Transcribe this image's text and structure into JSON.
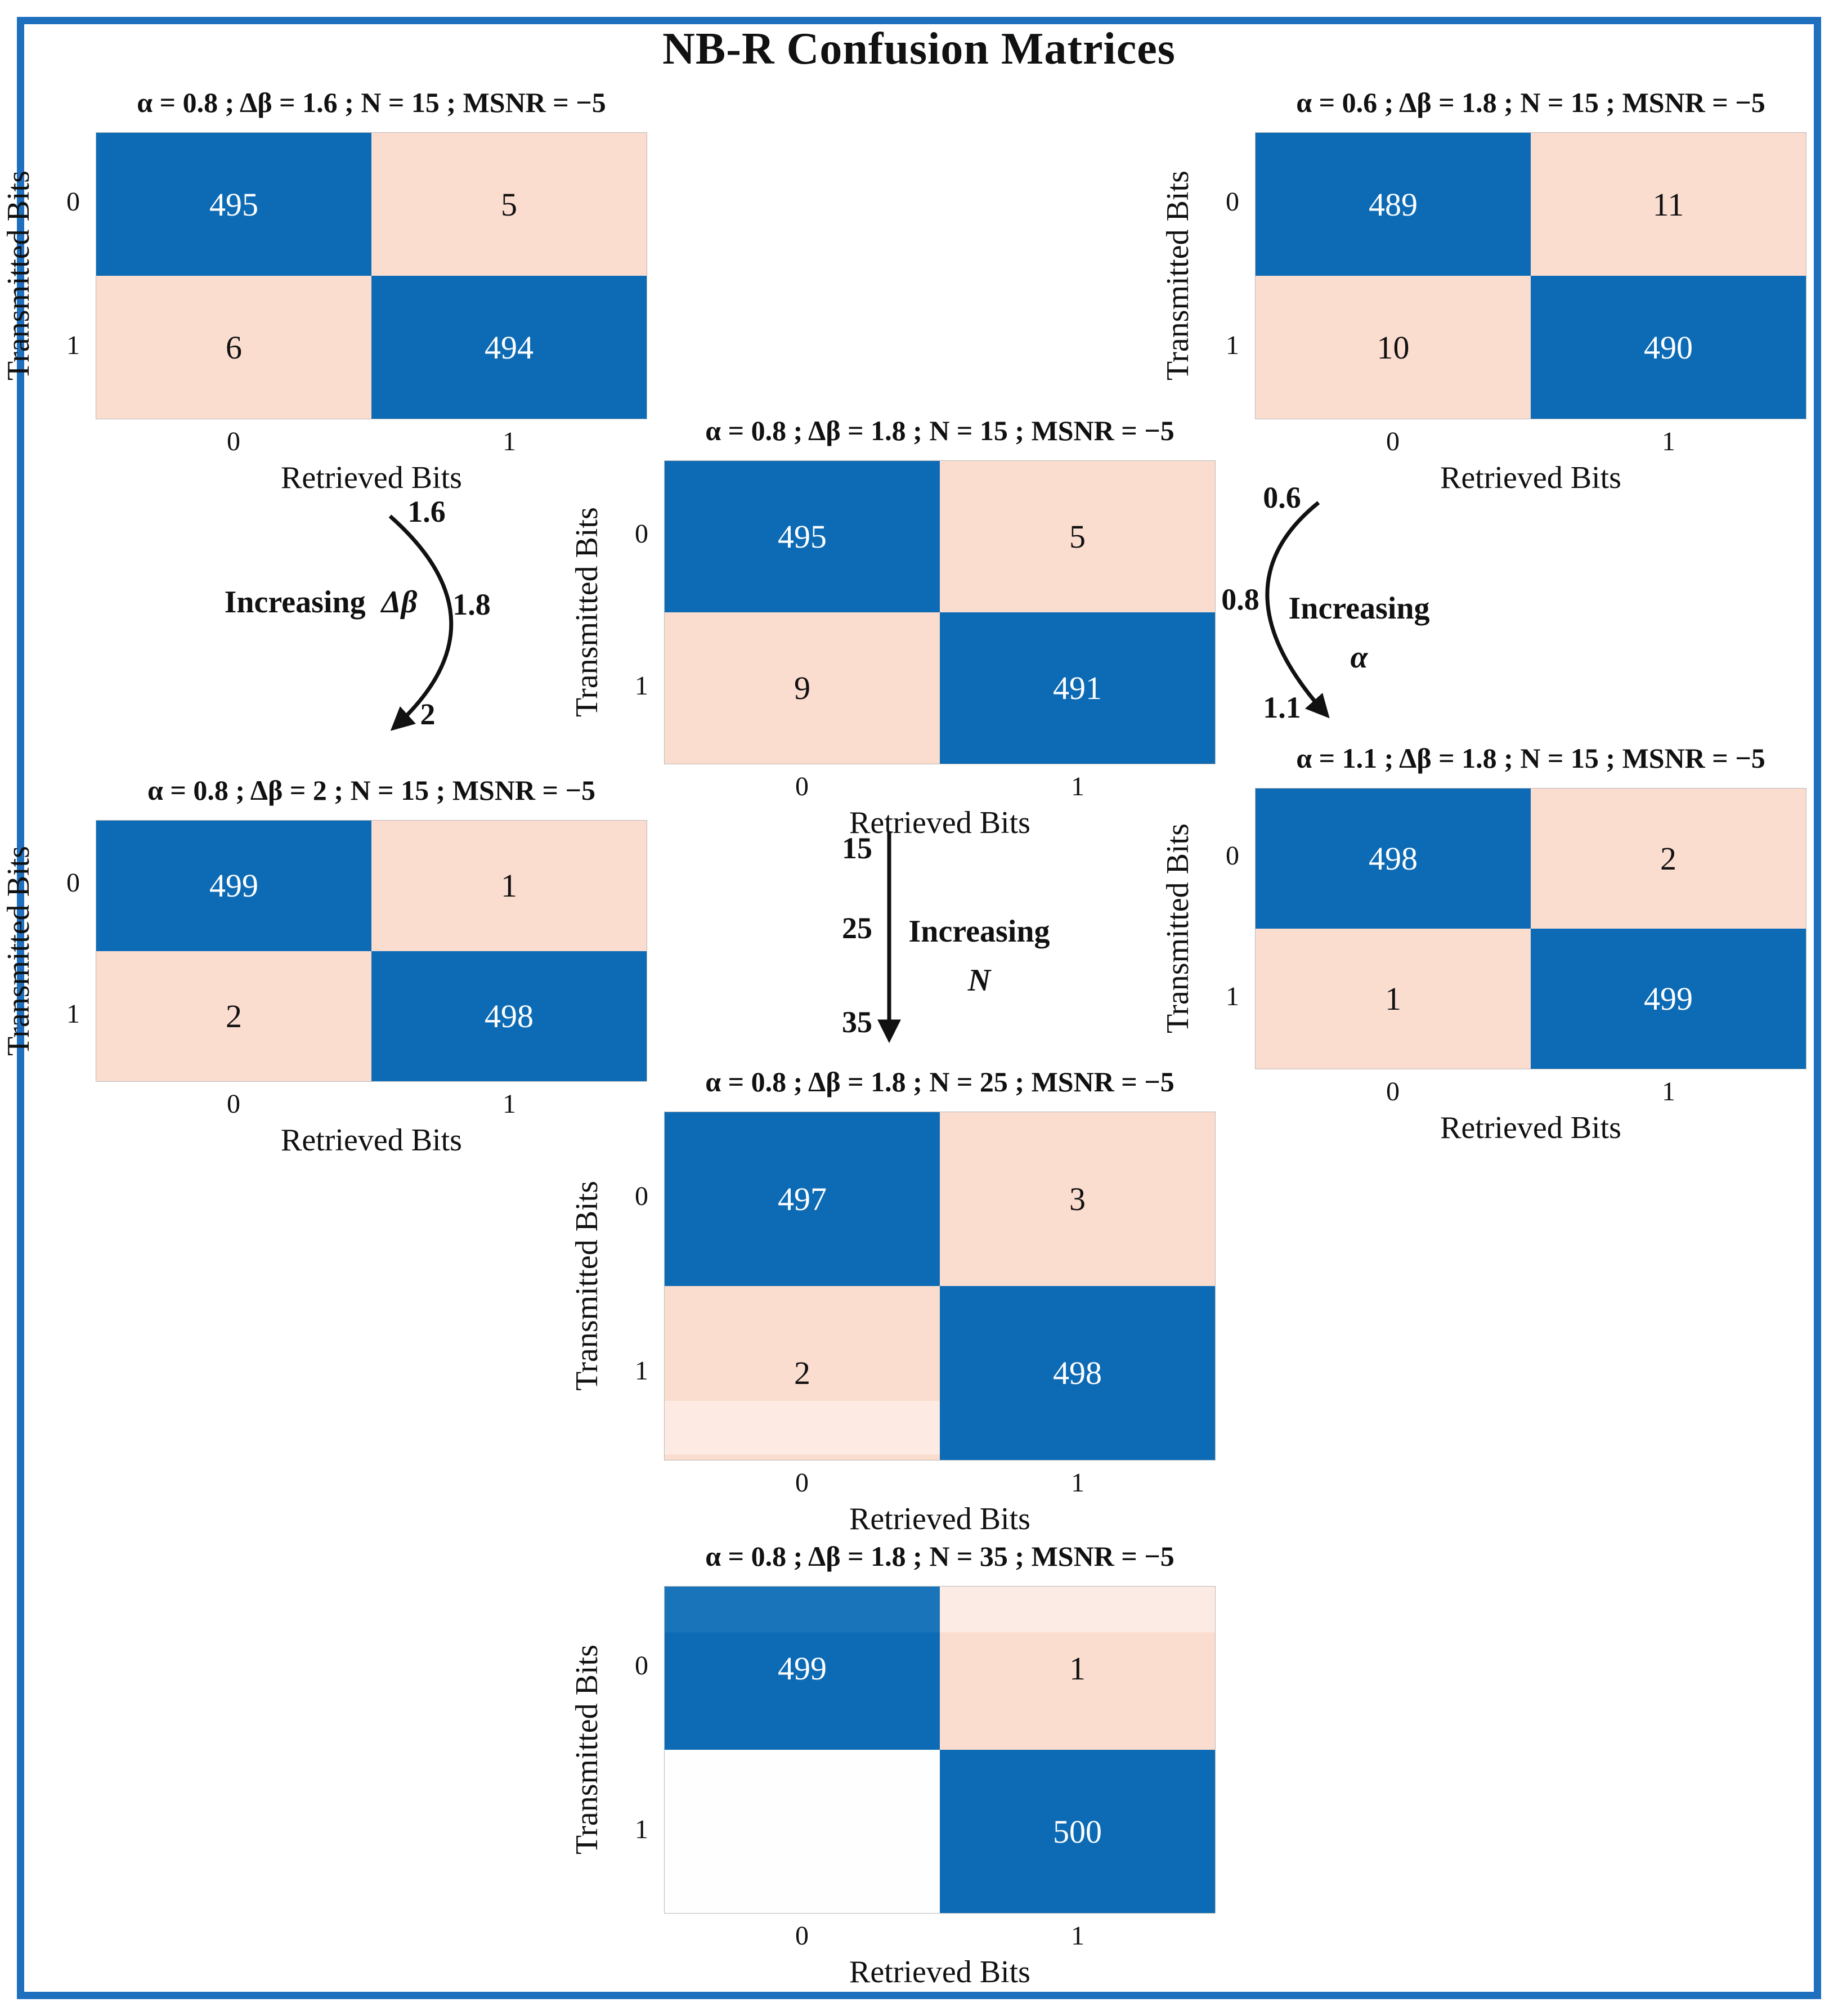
{
  "figure": {
    "title": "NB-R Confusion Matrices",
    "border_color": "#1e6fbe"
  },
  "colors": {
    "match_cell": "#0d6bb5",
    "mismatch_cell": "#fbddd0",
    "match_text": "#ffffff",
    "mismatch_text": "#111111",
    "zero_cell": "#fefefe"
  },
  "matrices": [
    {
      "id": "dbeta-1.6",
      "title": "α = 0.8 ; Δβ = 1.6 ; N = 15 ; MSNR = −5",
      "ylabel": "Transmitted Bits",
      "xlabel": "Retrieved Bits",
      "yticks": [
        "0",
        "1"
      ],
      "xticks": [
        "0",
        "1"
      ],
      "cells": [
        [
          {
            "value": "495",
            "bg": "#0d6bb5",
            "fg": "#ffffff"
          },
          {
            "value": "5",
            "bg": "#fbddd0",
            "fg": "#111111"
          }
        ],
        [
          {
            "value": "6",
            "bg": "#fbddd0",
            "fg": "#111111"
          },
          {
            "value": "494",
            "bg": "#0d6bb5",
            "fg": "#ffffff"
          }
        ]
      ]
    },
    {
      "id": "alpha-0.6",
      "title": "α = 0.6 ; Δβ = 1.8 ; N = 15 ; MSNR = −5",
      "ylabel": "Transmitted Bits",
      "xlabel": "Retrieved Bits",
      "yticks": [
        "0",
        "1"
      ],
      "xticks": [
        "0",
        "1"
      ],
      "cells": [
        [
          {
            "value": "489",
            "bg": "#0d6bb5",
            "fg": "#ffffff"
          },
          {
            "value": "11",
            "bg": "#fbddd0",
            "fg": "#111111"
          }
        ],
        [
          {
            "value": "10",
            "bg": "#fbddd0",
            "fg": "#111111"
          },
          {
            "value": "490",
            "bg": "#0d6bb5",
            "fg": "#ffffff"
          }
        ]
      ]
    },
    {
      "id": "base",
      "title": "α = 0.8 ; Δβ = 1.8 ; N = 15 ; MSNR = −5",
      "ylabel": "Transmitted Bits",
      "xlabel": "Retrieved Bits",
      "yticks": [
        "0",
        "1"
      ],
      "xticks": [
        "0",
        "1"
      ],
      "cells": [
        [
          {
            "value": "495",
            "bg": "#0d6bb5",
            "fg": "#ffffff"
          },
          {
            "value": "5",
            "bg": "#fbddd0",
            "fg": "#111111"
          }
        ],
        [
          {
            "value": "9",
            "bg": "#fbddd0",
            "fg": "#111111"
          },
          {
            "value": "491",
            "bg": "#0d6bb5",
            "fg": "#ffffff"
          }
        ]
      ]
    },
    {
      "id": "dbeta-2",
      "title": "α = 0.8 ; Δβ = 2 ; N = 15 ; MSNR = −5",
      "ylabel": "Transmitted Bits",
      "xlabel": "Retrieved Bits",
      "yticks": [
        "0",
        "1"
      ],
      "xticks": [
        "0",
        "1"
      ],
      "cells": [
        [
          {
            "value": "499",
            "bg": "#0d6bb5",
            "fg": "#ffffff"
          },
          {
            "value": "1",
            "bg": "#fbddd0",
            "fg": "#111111"
          }
        ],
        [
          {
            "value": "2",
            "bg": "#fbddd0",
            "fg": "#111111"
          },
          {
            "value": "498",
            "bg": "#0d6bb5",
            "fg": "#ffffff"
          }
        ]
      ]
    },
    {
      "id": "alpha-1.1",
      "title": "α = 1.1 ; Δβ = 1.8 ; N = 15 ; MSNR = −5",
      "ylabel": "Transmitted Bits",
      "xlabel": "Retrieved Bits",
      "yticks": [
        "0",
        "1"
      ],
      "xticks": [
        "0",
        "1"
      ],
      "cells": [
        [
          {
            "value": "498",
            "bg": "#0d6bb5",
            "fg": "#ffffff"
          },
          {
            "value": "2",
            "bg": "#fbddd0",
            "fg": "#111111"
          }
        ],
        [
          {
            "value": "1",
            "bg": "#fbddd0",
            "fg": "#111111"
          },
          {
            "value": "499",
            "bg": "#0d6bb5",
            "fg": "#ffffff"
          }
        ]
      ]
    },
    {
      "id": "n-25",
      "title": "α = 0.8 ; Δβ = 1.8 ; N = 25 ; MSNR = −5",
      "ylabel": "Transmitted Bits",
      "xlabel": "Retrieved Bits",
      "yticks": [
        "0",
        "1"
      ],
      "xticks": [
        "0",
        "1"
      ],
      "cells": [
        [
          {
            "value": "497",
            "bg": "#0d6bb5",
            "fg": "#ffffff"
          },
          {
            "value": "3",
            "bg": "#fbddd0",
            "fg": "#111111"
          }
        ],
        [
          {
            "value": "2",
            "bg": "linear-gradient(180deg,#fbddd0 0%,#fbddd0 66%,#fdeae2 66%,#fdeae2 97%,#fbddd0 97%)",
            "fg": "#111111"
          },
          {
            "value": "498",
            "bg": "#0d6bb5",
            "fg": "#ffffff"
          }
        ]
      ]
    },
    {
      "id": "n-35",
      "title": "α = 0.8 ; Δβ = 1.8 ; N = 35 ; MSNR = −5",
      "ylabel": "Transmitted Bits",
      "xlabel": "Retrieved Bits",
      "yticks": [
        "0",
        "1"
      ],
      "xticks": [
        "0",
        "1"
      ],
      "cells": [
        [
          {
            "value": "499",
            "bg": "linear-gradient(180deg,#1a74ba 0%,#1a74ba 28%,#0d6bb5 28%)",
            "fg": "#ffffff"
          },
          {
            "value": "1",
            "bg": "linear-gradient(180deg,#fcebe4 0%,#fcebe4 28%,#fbddd0 28%)",
            "fg": "#111111"
          }
        ],
        [
          {
            "value": "",
            "bg": "#fefefe",
            "fg": "#111111"
          },
          {
            "value": "500",
            "bg": "#0d6bb5",
            "fg": "#ffffff"
          }
        ]
      ]
    }
  ],
  "annotations": {
    "delta_beta": {
      "word": "Increasing",
      "symbol": "Δβ",
      "values": [
        "1.6",
        "1.8",
        "2"
      ]
    },
    "alpha": {
      "word": "Increasing",
      "symbol": "α",
      "values": [
        "0.6",
        "0.8",
        "1.1"
      ]
    },
    "n": {
      "word": "Increasing",
      "symbol": "N",
      "values": [
        "15",
        "25",
        "35"
      ]
    }
  },
  "chart_data": [
    {
      "type": "heatmap",
      "title": "α = 0.8 ; Δβ = 1.6 ; N = 15 ; MSNR = −5",
      "xlabel": "Retrieved Bits",
      "ylabel": "Transmitted Bits",
      "x": [
        "0",
        "1"
      ],
      "y": [
        "0",
        "1"
      ],
      "values": [
        [
          495,
          5
        ],
        [
          6,
          494
        ]
      ]
    },
    {
      "type": "heatmap",
      "title": "α = 0.6 ; Δβ = 1.8 ; N = 15 ; MSNR = −5",
      "xlabel": "Retrieved Bits",
      "ylabel": "Transmitted Bits",
      "x": [
        "0",
        "1"
      ],
      "y": [
        "0",
        "1"
      ],
      "values": [
        [
          489,
          11
        ],
        [
          10,
          490
        ]
      ]
    },
    {
      "type": "heatmap",
      "title": "α = 0.8 ; Δβ = 1.8 ; N = 15 ; MSNR = −5",
      "xlabel": "Retrieved Bits",
      "ylabel": "Transmitted Bits",
      "x": [
        "0",
        "1"
      ],
      "y": [
        "0",
        "1"
      ],
      "values": [
        [
          495,
          5
        ],
        [
          9,
          491
        ]
      ]
    },
    {
      "type": "heatmap",
      "title": "α = 0.8 ; Δβ = 2 ; N = 15 ; MSNR = −5",
      "xlabel": "Retrieved Bits",
      "ylabel": "Transmitted Bits",
      "x": [
        "0",
        "1"
      ],
      "y": [
        "0",
        "1"
      ],
      "values": [
        [
          499,
          1
        ],
        [
          2,
          498
        ]
      ]
    },
    {
      "type": "heatmap",
      "title": "α = 1.1 ; Δβ = 1.8 ; N = 15 ; MSNR = −5",
      "xlabel": "Retrieved Bits",
      "ylabel": "Transmitted Bits",
      "x": [
        "0",
        "1"
      ],
      "y": [
        "0",
        "1"
      ],
      "values": [
        [
          498,
          2
        ],
        [
          1,
          499
        ]
      ]
    },
    {
      "type": "heatmap",
      "title": "α = 0.8 ; Δβ = 1.8 ; N = 25 ; MSNR = −5",
      "xlabel": "Retrieved Bits",
      "ylabel": "Transmitted Bits",
      "x": [
        "0",
        "1"
      ],
      "y": [
        "0",
        "1"
      ],
      "values": [
        [
          497,
          3
        ],
        [
          2,
          498
        ]
      ]
    },
    {
      "type": "heatmap",
      "title": "α = 0.8 ; Δβ = 1.8 ; N = 35 ; MSNR = −5",
      "xlabel": "Retrieved Bits",
      "ylabel": "Transmitted Bits",
      "x": [
        "0",
        "1"
      ],
      "y": [
        "0",
        "1"
      ],
      "values": [
        [
          499,
          1
        ],
        [
          0,
          500
        ]
      ]
    }
  ]
}
